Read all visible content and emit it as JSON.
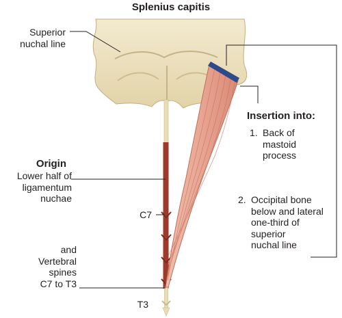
{
  "title": "Splenius capitis",
  "labels": {
    "superior_nuchal_line": "Superior\nnuchal line",
    "origin_heading": "Origin",
    "origin_detail": "Lower half of\nligamentum\nnuchae",
    "c7": "C7",
    "vertebral_spines": "and\nVertebral\nspines\nC7 to T3",
    "t3": "T3",
    "insertion_heading": "Insertion into:",
    "insertion_item1_number": "1.",
    "insertion_item1": "Back of\nmastoid\nprocess",
    "insertion_item2_number": "2.",
    "insertion_item2": "Occipital bone\nbelow and lateral\none-third of\nsuperior\nnuchal line"
  },
  "colors": {
    "bone": "#ede1bf",
    "bone_shadow": "#c9b98c",
    "muscle": "#e8a592",
    "muscle_stripe": "#c9705f",
    "ligament": "#9e3a2a",
    "insertion_band": "#2d4a8a",
    "leader_line": "#231f20"
  }
}
